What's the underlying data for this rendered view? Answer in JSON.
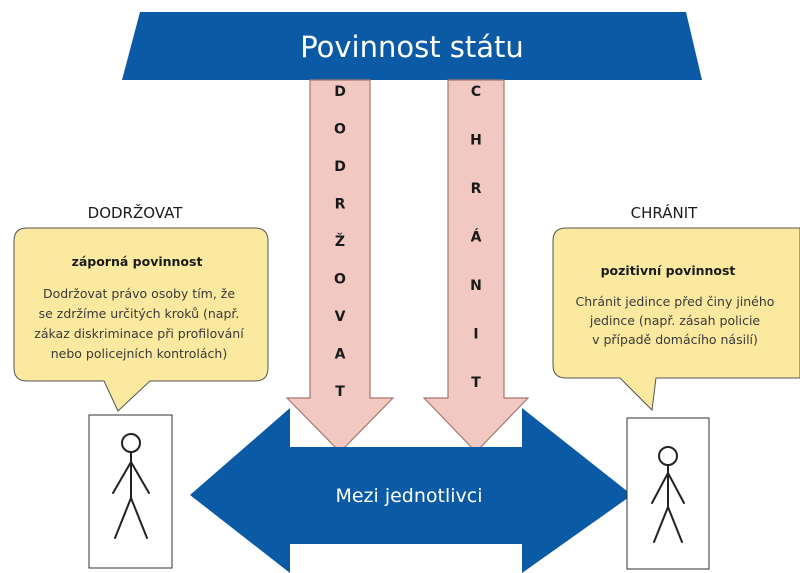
{
  "banner": {
    "title": "Povinnost státu"
  },
  "middle": {
    "label": "Mezi jednotlivci"
  },
  "left_arrow": {
    "letters": [
      "D",
      "O",
      "D",
      "R",
      "Ž",
      "O",
      "V",
      "A",
      "T"
    ]
  },
  "right_arrow": {
    "letters": [
      "C",
      "H",
      "R",
      "Á",
      "N",
      "I",
      "T"
    ]
  },
  "left_side": {
    "heading": "DODRŽOVAT",
    "bubble_title": "záporná povinnost",
    "bubble_lines": [
      "Dodržovat právo osoby tím, že",
      "se zdržíme určitých kroků (např.",
      "zákaz diskriminace při profilování",
      "nebo policejních kontrolách)"
    ]
  },
  "right_side": {
    "heading": "CHRÁNIT",
    "bubble_title": "pozitivní povinnost",
    "bubble_lines": [
      "Chránit jedince před činy jiného",
      "jedince (např. zásah policie",
      "v případě domácího násilí)"
    ]
  },
  "colors": {
    "blue": "#0a5aa5",
    "pink_fill": "#f1c9c2",
    "pink_stroke": "#a7776f",
    "bubble_fill": "#fbe9a0",
    "bubble_stroke": "#555555"
  }
}
